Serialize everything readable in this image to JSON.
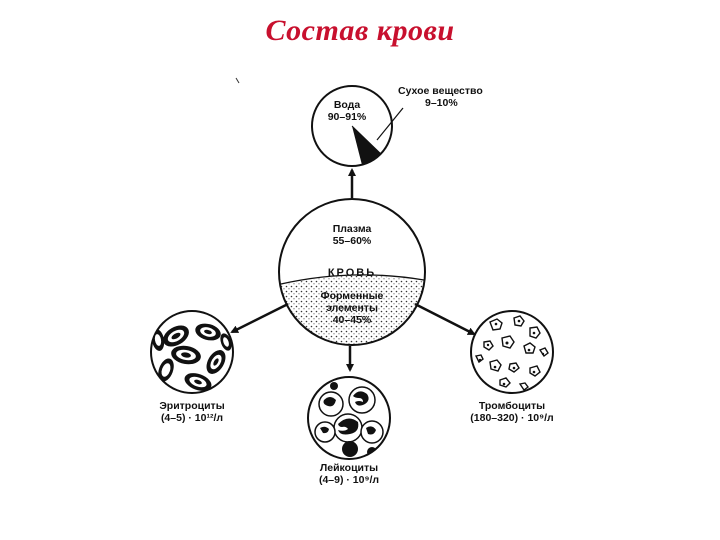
{
  "title": "Состав крови",
  "center": {
    "plasma_label": "Плазма",
    "plasma_value": "55–60%",
    "center_word": "КРОВЬ",
    "formed_label_1": "Форменные",
    "formed_label_2": "элементы",
    "formed_value": "40–45%"
  },
  "plasma_composition": {
    "water_label": "Вода",
    "water_value": "90–91%",
    "dry_label": "Сухое вещество",
    "dry_value": "9–10%"
  },
  "cells": {
    "erythrocytes_label": "Эритроциты",
    "erythrocytes_value": "(4–5) · 10¹²/л",
    "leukocytes_label": "Лейкоциты",
    "leukocytes_value": "(4–9) · 10⁹/л",
    "platelets_label": "Тромбоциты",
    "platelets_value": "(180–320) · 10⁹/л"
  },
  "colors": {
    "title": "#c8102e",
    "stroke": "#111111"
  }
}
